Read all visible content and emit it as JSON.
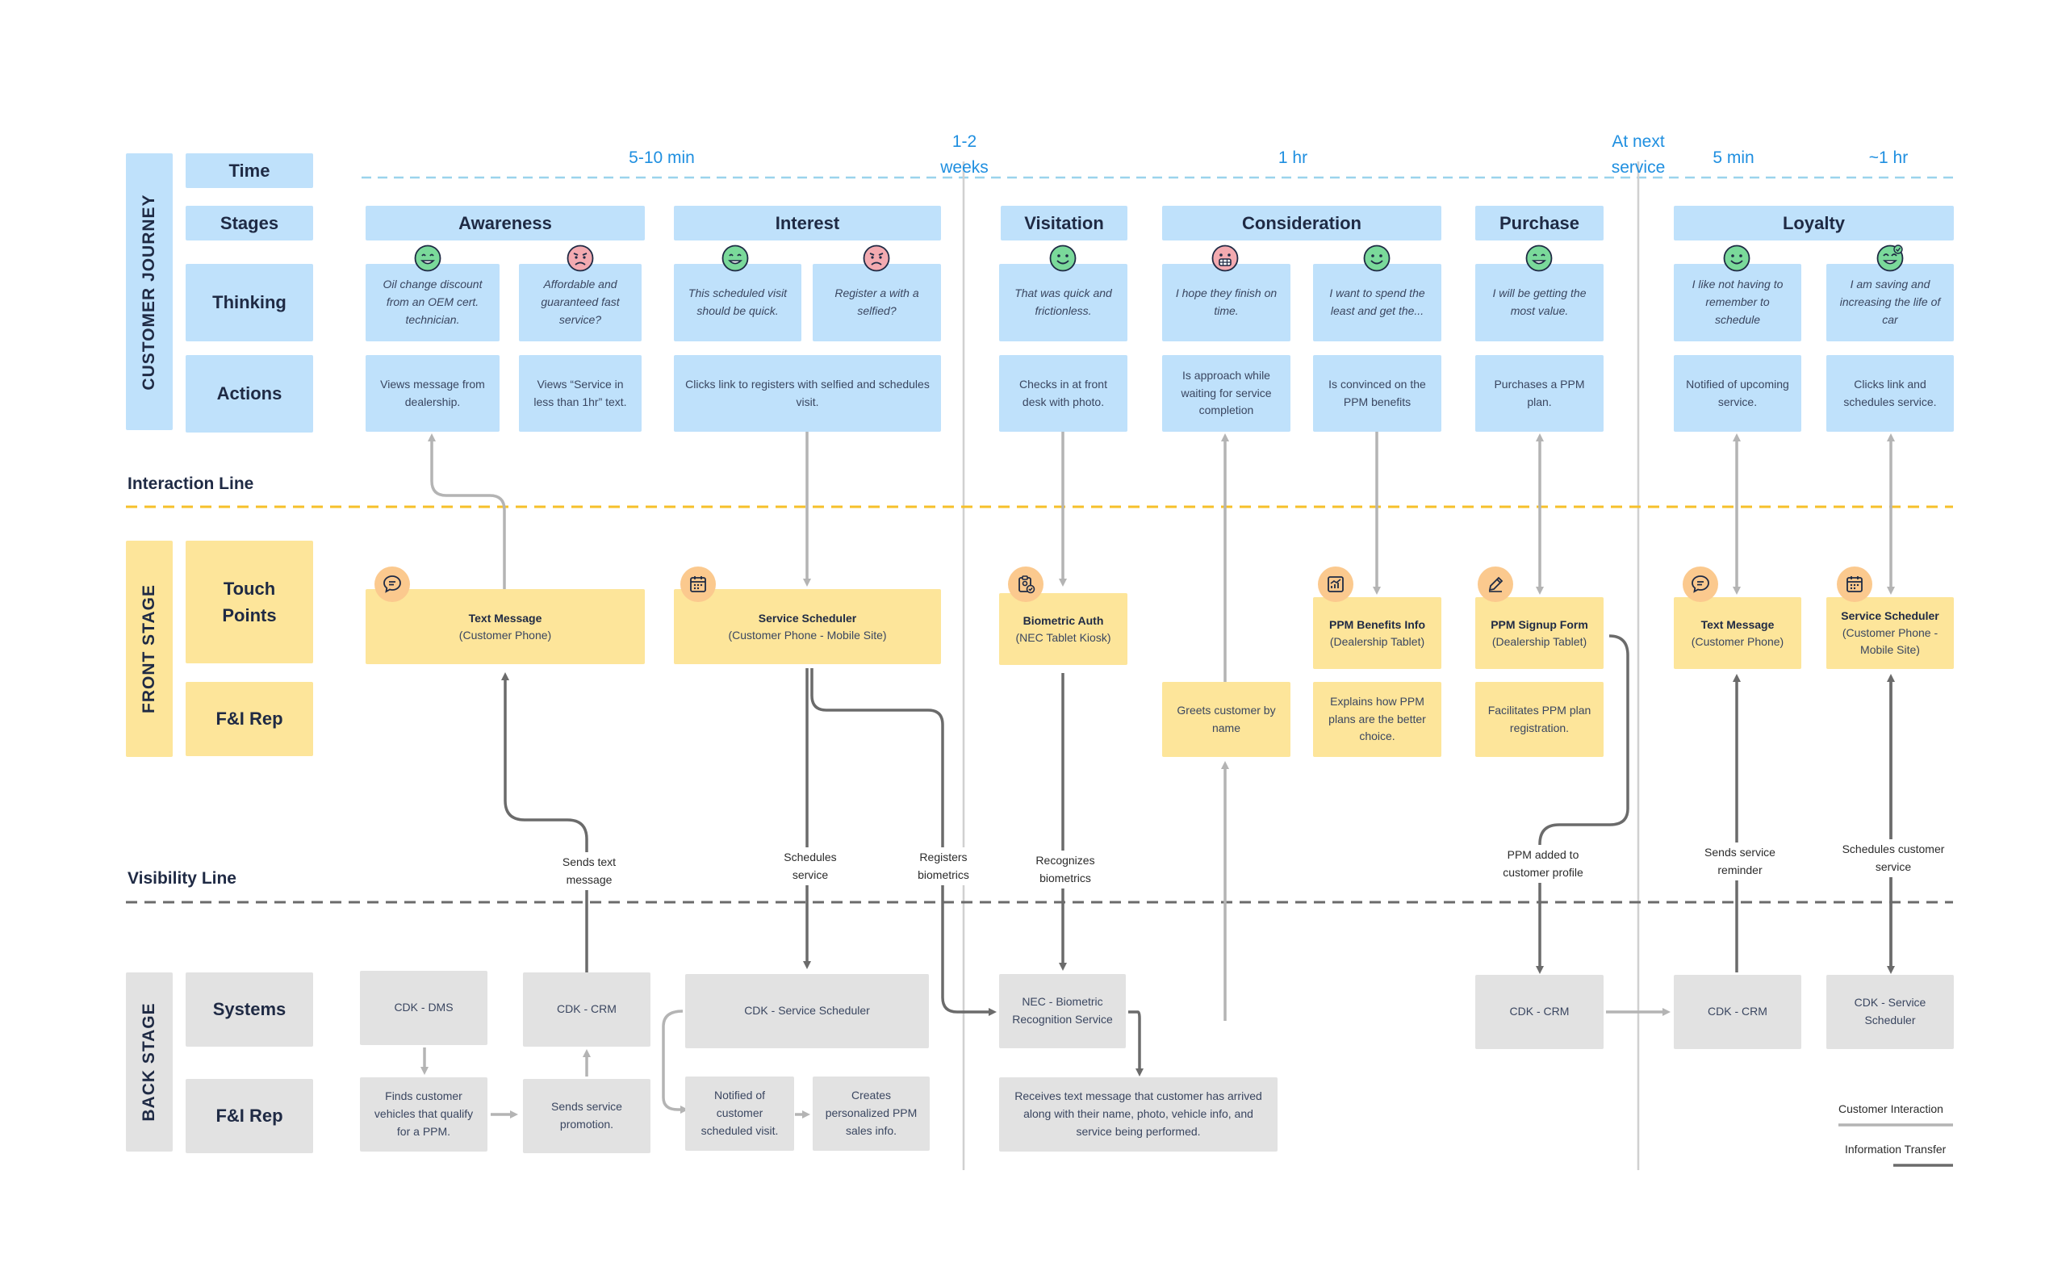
{
  "section_labels": {
    "customer_journey": "CUSTOMER JOURNEY",
    "front_stage": "FRONT STAGE",
    "back_stage": "BACK STAGE"
  },
  "row_labels": {
    "time": "Time",
    "stages": "Stages",
    "thinking": "Thinking",
    "actions": "Actions",
    "touch_points": "Touch Points",
    "fi_rep_front": "F&I Rep",
    "systems": "Systems",
    "fi_rep_back": "F&I Rep"
  },
  "line_labels": {
    "interaction": "Interaction Line",
    "visibility": "Visibility Line"
  },
  "time_labels": [
    "5-10 min",
    "1-2 weeks",
    "1 hr",
    "At next service",
    "5 min",
    "~1 hr"
  ],
  "stages": [
    "Awareness",
    "Interest",
    "Visitation",
    "Consideration",
    "Purchase",
    "Loyalty"
  ],
  "thinking": [
    {
      "text": "Oil change discount from an OEM cert. technician.",
      "mood": "happy"
    },
    {
      "text": "Affordable and guaranteed fast service?",
      "mood": "worried"
    },
    {
      "text": "This scheduled visit should be quick.",
      "mood": "happy"
    },
    {
      "text": "Register a with a selfied?",
      "mood": "worried"
    },
    {
      "text": "That was quick and frictionless.",
      "mood": "happy"
    },
    {
      "text": "I hope they finish on time.",
      "mood": "nervous"
    },
    {
      "text": "I want to spend the least and get the...",
      "mood": "happy"
    },
    {
      "text": "I will be getting the most value.",
      "mood": "happy"
    },
    {
      "text": "I like not having to remember to schedule",
      "mood": "happy"
    },
    {
      "text": "I am saving and increasing the life of car",
      "mood": "delighted"
    }
  ],
  "actions": [
    "Views message from dealership.",
    "Views “Service in less than 1hr” text.",
    "Clicks link to registers with selfied and schedules visit.",
    "Checks in at front desk with photo.",
    "Is approach while waiting for service completion",
    "Is convinced on the PPM benefits",
    "Purchases a PPM plan.",
    "Notified of upcoming service.",
    "Clicks link and schedules service."
  ],
  "touch_points": [
    {
      "title": "Text Message",
      "sub": "(Customer Phone)",
      "icon": "chat-icon"
    },
    {
      "title": "Service Scheduler",
      "sub": "(Customer Phone - Mobile Site)",
      "icon": "calendar-icon"
    },
    {
      "title": "Biometric Auth",
      "sub": "(NEC Tablet Kiosk)",
      "icon": "clipboard-check-icon"
    },
    {
      "title": "PPM Benefits Info",
      "sub": "(Dealership Tablet)",
      "icon": "chart-icon"
    },
    {
      "title": "PPM Signup Form",
      "sub": "(Dealership Tablet)",
      "icon": "pencil-icon"
    },
    {
      "title": "Text Message",
      "sub": "(Customer Phone)",
      "icon": "chat-icon"
    },
    {
      "title": "Service Scheduler",
      "sub": "(Customer Phone - Mobile Site)",
      "icon": "calendar-icon"
    }
  ],
  "front_fi": [
    "Greets customer by name",
    "Explains how  PPM plans are the better choice.",
    "Facilitates PPM plan registration."
  ],
  "systems": [
    "CDK - DMS",
    "CDK - CRM",
    "CDK - Service Scheduler",
    "NEC - Biometric Recognition Service",
    "CDK - CRM",
    "CDK - CRM",
    "CDK - Service Scheduler"
  ],
  "back_fi": [
    "Finds customer vehicles that qualify for a PPM.",
    "Sends service promotion.",
    "Notified of customer scheduled visit.",
    "Creates personalized PPM sales info.",
    "Receives text message that customer has arrived along with their name, photo, vehicle info, and service being performed."
  ],
  "flow_labels": [
    "Sends text message",
    "Schedules service",
    "Registers biometrics",
    "Recognizes biometrics",
    "PPM added to customer profile",
    "Sends service reminder",
    "Schedules customer service"
  ],
  "legend": {
    "customer_interaction": "Customer Interaction",
    "information_transfer": "Information Transfer"
  },
  "colors": {
    "blue": "#bfe1fb",
    "yellow": "#fde59a",
    "grey": "#e2e2e2",
    "time_text": "#1f8fe0",
    "interaction_line": "#f6c02b",
    "visibility_line": "#6b6b6b",
    "customer_arrow": "#b4b4b4",
    "info_arrow": "#6b6b6b",
    "happy_face": "#7ad99a",
    "worried_face": "#f3aab0"
  }
}
